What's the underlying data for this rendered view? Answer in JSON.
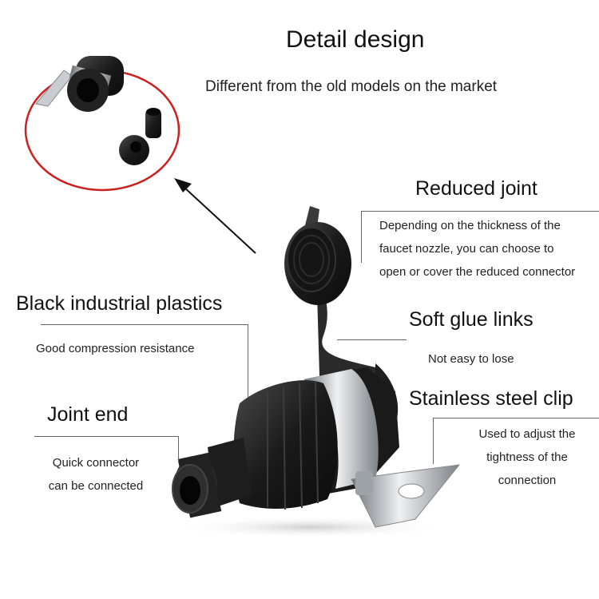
{
  "header": {
    "title": "Detail design",
    "subtitle": "Different from the old models on the market"
  },
  "callouts": [
    {
      "id": "reduced-joint",
      "heading": "Reduced joint",
      "lines": [
        "Depending on the thickness of the",
        "faucet nozzle, you can choose to",
        "open or cover the reduced connector"
      ]
    },
    {
      "id": "soft-glue-links",
      "heading": "Soft glue links",
      "lines": [
        "Not easy to lose"
      ]
    },
    {
      "id": "stainless-steel-clip",
      "heading": "Stainless steel clip",
      "lines": [
        "Used to adjust the",
        "tightness of the",
        "connection"
      ]
    },
    {
      "id": "black-industrial-plastics",
      "heading": "Black industrial plastics",
      "lines": [
        "Good compression resistance"
      ]
    },
    {
      "id": "joint-end",
      "heading": "Joint end",
      "lines": [
        "Quick connector",
        "can be connected"
      ]
    }
  ],
  "colors": {
    "circle_outline": "#cc1f1f",
    "plastic": "#1c1c1c",
    "steel": "#b8bcc0",
    "leader_line": "#666666"
  }
}
